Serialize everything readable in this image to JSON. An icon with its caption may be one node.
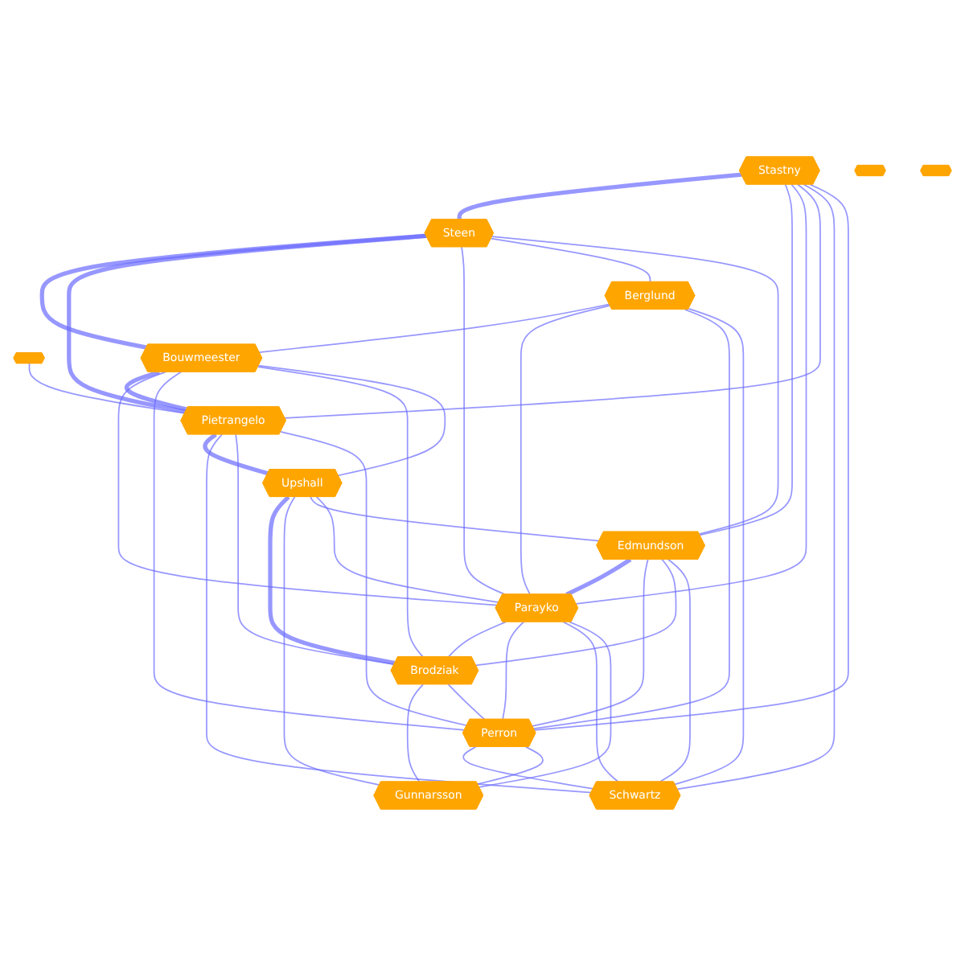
{
  "diagram": {
    "nodes": [
      {
        "text": [
          "Stastny"
        ]
      },
      {
        "text": [
          "Steen"
        ]
      },
      {
        "text": [],
        "shape": "hexagon"
      },
      {
        "text": [
          "Berglund"
        ]
      },
      {
        "text": [
          "Bouwmeester"
        ]
      },
      {
        "text": [
          "Pietrangelo"
        ]
      },
      {
        "text": [
          "Upshall"
        ]
      },
      {
        "text": [
          "Edmundson"
        ]
      },
      {
        "text": [
          "Parayko"
        ]
      },
      {
        "text": [
          "Brodziak"
        ]
      },
      {
        "text": [
          "Gunnarsson"
        ]
      },
      {
        "text": [
          "Perron"
        ]
      },
      {
        "text": [
          "Schwartz"
        ]
      },
      {
        "text": [],
        "shape": "hexagon"
      },
      {
        "text": [],
        "shape": "hexagon"
      }
    ],
    "edges": [
      {
        "from": 0,
        "to": 1,
        "arrow": "none",
        "style": "thick"
      },
      {
        "from": 0,
        "to": 7,
        "arrow": "none"
      },
      {
        "from": 0,
        "to": 8,
        "arrow": "none"
      },
      {
        "from": 0,
        "to": 5,
        "arrow": "none"
      },
      {
        "from": 0,
        "to": 12,
        "arrow": "none"
      },
      {
        "from": 0,
        "to": 11,
        "arrow": "none"
      },
      {
        "from": 1,
        "to": 4,
        "arrow": "none",
        "style": "thick"
      },
      {
        "from": 1,
        "to": 5,
        "arrow": "none",
        "style": "thick"
      },
      {
        "from": 1,
        "to": 8,
        "arrow": "none"
      },
      {
        "from": 1,
        "to": 3,
        "arrow": "none"
      },
      {
        "from": 1,
        "to": 7,
        "arrow": "none"
      },
      {
        "from": 2,
        "to": 5,
        "arrow": "none"
      },
      {
        "from": 3,
        "to": 4,
        "arrow": "none"
      },
      {
        "from": 3,
        "to": 8,
        "arrow": "none"
      },
      {
        "from": 3,
        "to": 11,
        "arrow": "none"
      },
      {
        "from": 3,
        "to": 12,
        "arrow": "none"
      },
      {
        "from": 4,
        "to": 5,
        "arrow": "none",
        "style": "thick"
      },
      {
        "from": 4,
        "to": 8,
        "arrow": "none"
      },
      {
        "from": 4,
        "to": 11,
        "arrow": "none"
      },
      {
        "from": 4,
        "to": 9,
        "arrow": "none"
      },
      {
        "from": 4,
        "to": 6,
        "arrow": "none"
      },
      {
        "from": 5,
        "to": 6,
        "arrow": "none",
        "style": "thick"
      },
      {
        "from": 5,
        "to": 12,
        "arrow": "none"
      },
      {
        "from": 5,
        "to": 9,
        "arrow": "none"
      },
      {
        "from": 5,
        "to": 11,
        "arrow": "none"
      },
      {
        "from": 6,
        "to": 9,
        "arrow": "none",
        "style": "thick"
      },
      {
        "from": 6,
        "to": 10,
        "arrow": "none"
      },
      {
        "from": 6,
        "to": 7,
        "arrow": "none"
      },
      {
        "from": 6,
        "to": 8,
        "arrow": "none"
      },
      {
        "from": 7,
        "to": 8,
        "arrow": "none",
        "style": "thick"
      },
      {
        "from": 7,
        "to": 11,
        "arrow": "none"
      },
      {
        "from": 7,
        "to": 9,
        "arrow": "none"
      },
      {
        "from": 7,
        "to": 12,
        "arrow": "none"
      },
      {
        "from": 8,
        "to": 9,
        "arrow": "none"
      },
      {
        "from": 8,
        "to": 11,
        "arrow": "none"
      },
      {
        "from": 8,
        "to": 12,
        "arrow": "none"
      },
      {
        "from": 8,
        "to": 10,
        "arrow": "none"
      },
      {
        "from": 9,
        "to": 10,
        "arrow": "none"
      },
      {
        "from": 9,
        "to": 11,
        "arrow": "none"
      },
      {
        "from": 11,
        "to": 12,
        "arrow": "none"
      },
      {
        "from": 11,
        "to": 10,
        "arrow": "none"
      }
    ]
  }
}
